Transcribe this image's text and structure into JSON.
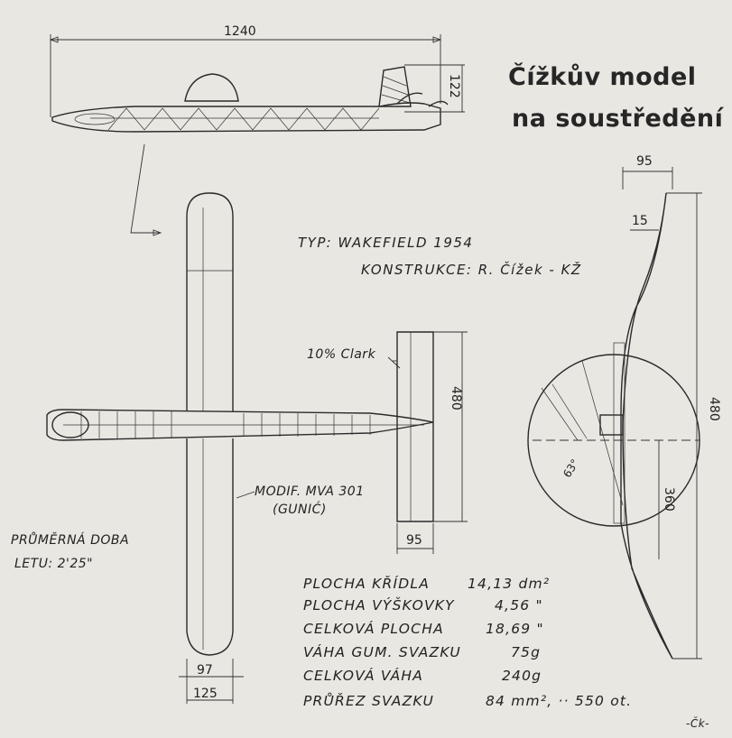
{
  "title": {
    "line1": "Čížkův model",
    "line2": "na soustředění"
  },
  "type_line": "TYP: WAKEFIELD 1954",
  "construction_line": "KONSTRUKCE: R. Čížek - KŽ",
  "labels": {
    "airfoil_stab": "10% Clark",
    "airfoil_wing_1": "MODIF. MVA 301",
    "airfoil_wing_2": "(GUNIĆ)",
    "flight_time_1": "PRŮMĚRNÁ DOBA",
    "flight_time_2": "LETU: 2'25\"",
    "blade_angle": "63°",
    "signature": "-Čk-"
  },
  "dimensions": {
    "fuselage_length": "1240",
    "fin_height": "122",
    "prop_hub_width": "95",
    "prop_blade_root": "15",
    "stab_span": "480",
    "stab_chord": "95",
    "wing_chord_tip": "97",
    "wing_chord_root": "125",
    "prop_diameter": "480",
    "prop_blade_length": "360"
  },
  "specs": [
    {
      "label": "PLOCHA KŘÍDLA",
      "value": "14,13 dm²"
    },
    {
      "label": "PLOCHA VÝŠKOVKY",
      "value": "4,56 \""
    },
    {
      "label": "CELKOVÁ PLOCHA",
      "value": "18,69 \""
    },
    {
      "label": "VÁHA GUM. SVAZKU",
      "value": "75g"
    },
    {
      "label": "CELKOVÁ VÁHA",
      "value": "240g"
    },
    {
      "label": "PRŮŘEZ SVAZKU",
      "value": "84 mm², ·· 550 ot."
    }
  ],
  "colors": {
    "paper": "#e9e7e2",
    "ink": "#1b1b1b"
  }
}
